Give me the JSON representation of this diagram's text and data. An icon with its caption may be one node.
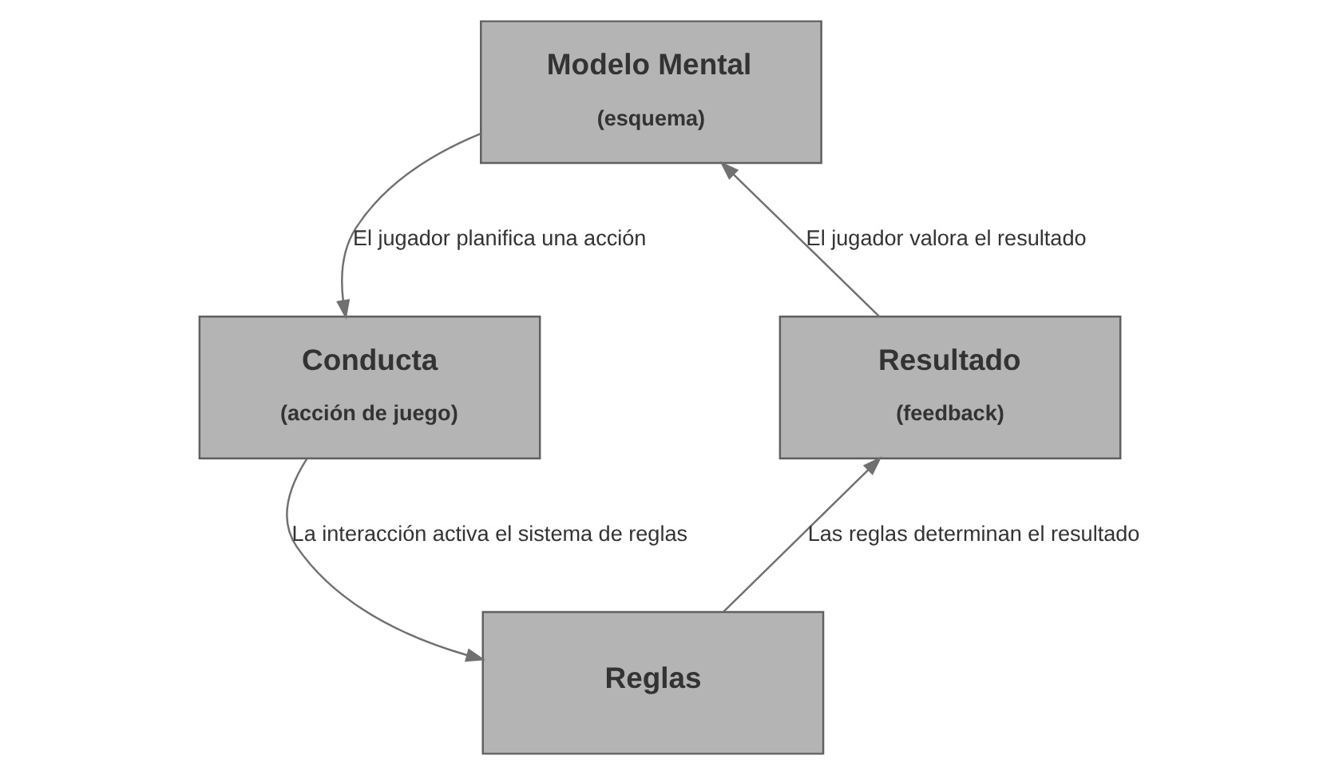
{
  "diagram": {
    "nodes": [
      {
        "text": [
          "Modelo Mental",
          "(esquema)"
        ]
      },
      {
        "text": [
          "Conducta",
          "(acción de juego)"
        ]
      },
      {
        "text": [
          "Reglas"
        ]
      },
      {
        "text": [
          "Resultado",
          "(feedback)"
        ]
      }
    ],
    "edges": [
      {
        "from": 0,
        "to": 1,
        "arrow": "to",
        "label": "El jugador planifica una acción"
      },
      {
        "from": 1,
        "to": 2,
        "arrow": "to",
        "label": "La interacción activa el sistema de reglas"
      },
      {
        "from": 2,
        "to": 3,
        "arrow": "to",
        "label": "Las reglas determinan el resultado"
      },
      {
        "from": 3,
        "to": 0,
        "arrow": "to",
        "label": "El jugador valora el resultado"
      }
    ]
  }
}
